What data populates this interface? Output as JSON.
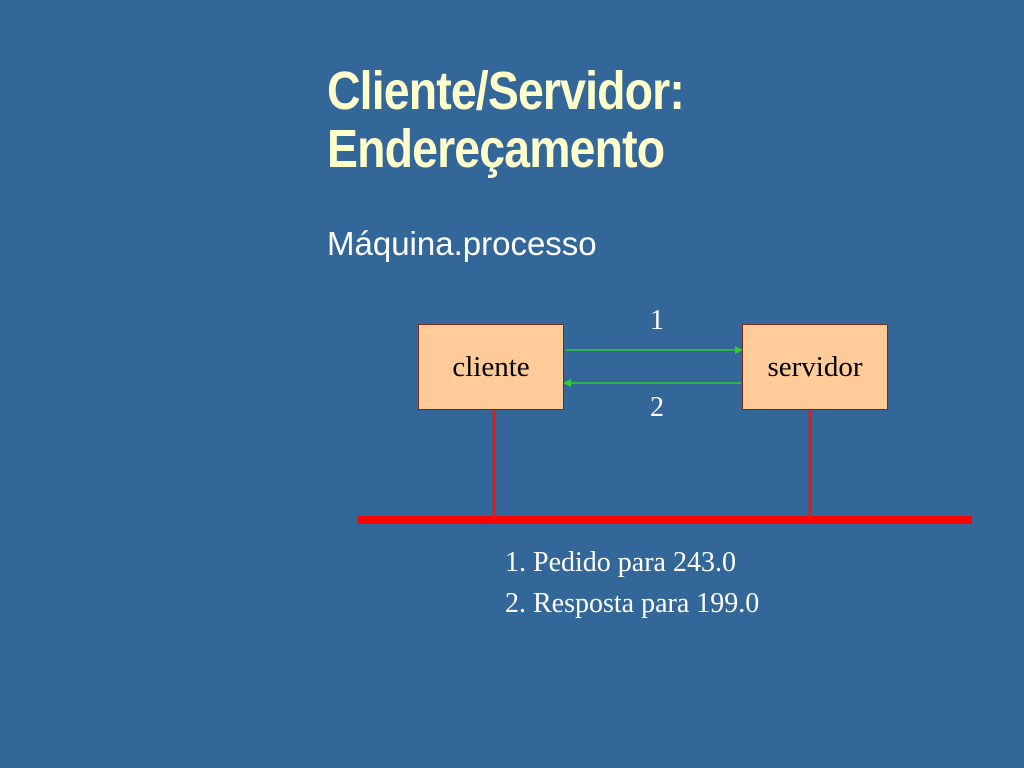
{
  "slide": {
    "title_line1": "Cliente/Servidor:",
    "title_line2": "Endereçamento",
    "subtitle": "Máquina.processo"
  },
  "diagram": {
    "client_label": "cliente",
    "server_label": "servidor",
    "arrow_request_label": "1",
    "arrow_response_label": "2"
  },
  "notes": [
    "1. Pedido para 243.0",
    "2. Resposta para 199.0"
  ],
  "colors": {
    "background": "#336699",
    "title": "#ffffcc",
    "box_fill": "#ffcc99",
    "arrow": "#33cc33",
    "network": "#ff0000",
    "drop_line": "#cc2222"
  }
}
